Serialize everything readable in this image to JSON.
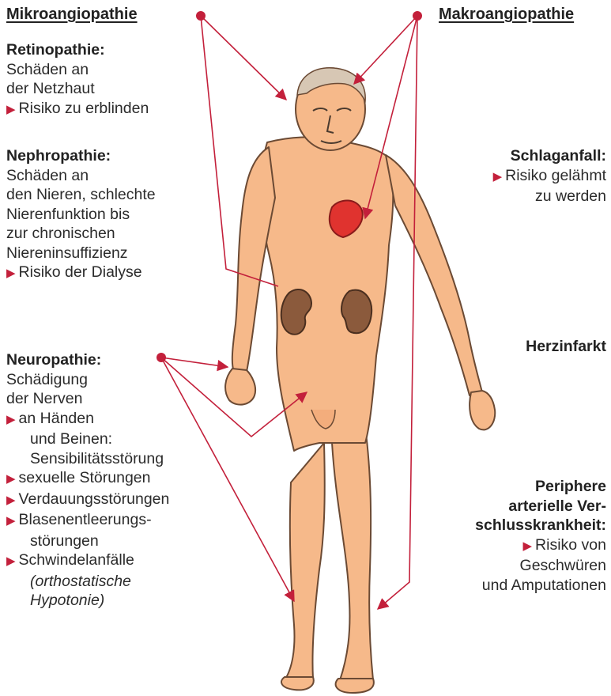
{
  "headers": {
    "left": "Mikroangiopathie",
    "right": "Makroangiopathie"
  },
  "colors": {
    "accent": "#c3203b",
    "skin": "#f6b98a",
    "heart": "#e0332f",
    "kidney": "#8b5a3c"
  },
  "retinopathie": {
    "title": "Retinopathie:",
    "lines": [
      "Schäden an",
      "der Netzhaut"
    ],
    "risk": "Risiko zu erblinden"
  },
  "nephropathie": {
    "title": "Nephropathie:",
    "lines": [
      "Schäden an",
      "den Nieren, schlechte",
      "Nierenfunktion bis",
      "zur chronischen",
      "Niereninsuffizienz"
    ],
    "risk": "Risiko der Dialyse"
  },
  "neuropathie": {
    "title": "Neuropathie:",
    "lines": [
      "Schädigung",
      "der Nerven"
    ],
    "b1a": "an Händen",
    "b1b": "und Beinen:",
    "b1c": "Sensibilitätsstörung",
    "b2": "sexuelle Störungen",
    "b3": "Verdauungsstörungen",
    "b4a": "Blasenentleerungs-",
    "b4b": "störungen",
    "b5": "Schwindelanfälle",
    "b5a": "(orthostatische",
    "b5b": "Hypotonie)"
  },
  "schlaganfall": {
    "title": "Schlaganfall:",
    "risk": "Risiko gelähmt",
    "risk2": "zu werden"
  },
  "herzinfarkt": {
    "title": "Herzinfarkt"
  },
  "pavk": {
    "t1": "Periphere",
    "t2": "arterielle Ver-",
    "t3": "schlusskrankheit:",
    "risk": "Risiko von",
    "l2": "Geschwüren",
    "l3": "und Amputationen"
  }
}
